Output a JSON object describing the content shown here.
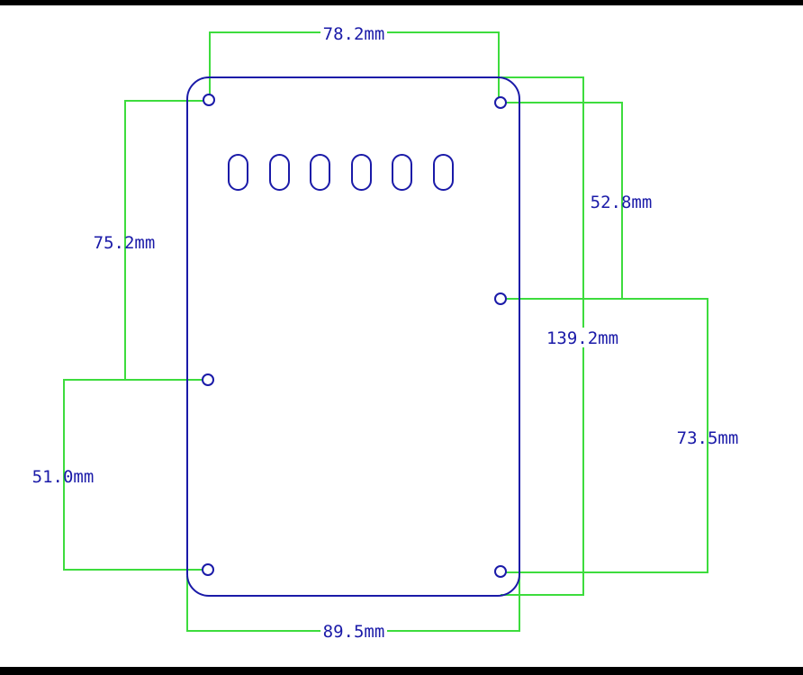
{
  "colors": {
    "plate_outline": "#1a1aa8",
    "dimension_line": "#3ddc3d",
    "label_text": "#1a1aa8",
    "frame_bar": "#000000",
    "background": "#ffffff"
  },
  "dimensions": {
    "top_holes_spacing": "78.2mm",
    "left_top_to_mid": "75.2mm",
    "left_mid_to_bottom": "51.0mm",
    "right_top_to_mid": "52.8mm",
    "plate_height": "139.2mm",
    "right_mid_to_bottom": "73.5mm",
    "plate_width": "89.5mm"
  },
  "slots": {
    "count": 6
  },
  "mounting_holes": {
    "count": 6
  }
}
